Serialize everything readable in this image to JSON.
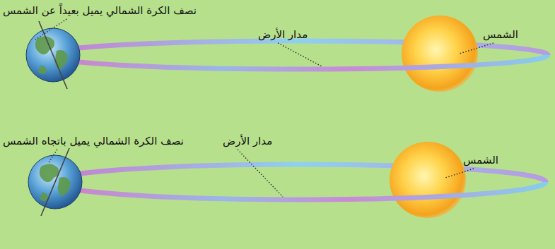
{
  "diagram": {
    "labels": [
      "نصف الكرة الشمالي يميل بعيداً عن الشمس",
      "مدار الأرض",
      "الشمس",
      "نصف الكرة الشمالي يميل باتجاه الشمس",
      "مدار الأرض",
      "الشمس"
    ]
  }
}
